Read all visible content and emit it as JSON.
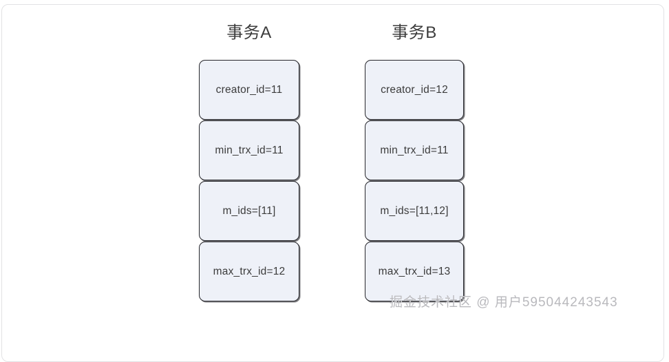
{
  "diagram": {
    "type": "mvcc-read-view-comparison",
    "columns": [
      {
        "title": "事务A",
        "boxes": [
          {
            "label": "creator_id=11"
          },
          {
            "label": "min_trx_id=11"
          },
          {
            "label": "m_ids=[11]"
          },
          {
            "label": "max_trx_id=12"
          }
        ]
      },
      {
        "title": "事务B",
        "boxes": [
          {
            "label": "creator_id=12"
          },
          {
            "label": "min_trx_id=11"
          },
          {
            "label": "m_ids=[11,12]"
          },
          {
            "label": "max_trx_id=13"
          }
        ]
      }
    ]
  },
  "watermark": {
    "text": "掘金技术社区 @ 用户595044243543"
  },
  "colors": {
    "page_background": "#ffffff",
    "card_border": "#e2e2e4",
    "box_fill": "#eef1f8",
    "box_border": "#26262b",
    "title_text": "#3c3c3c",
    "label_text": "#3b3b3b",
    "watermark_text": "#b9b9bd"
  }
}
